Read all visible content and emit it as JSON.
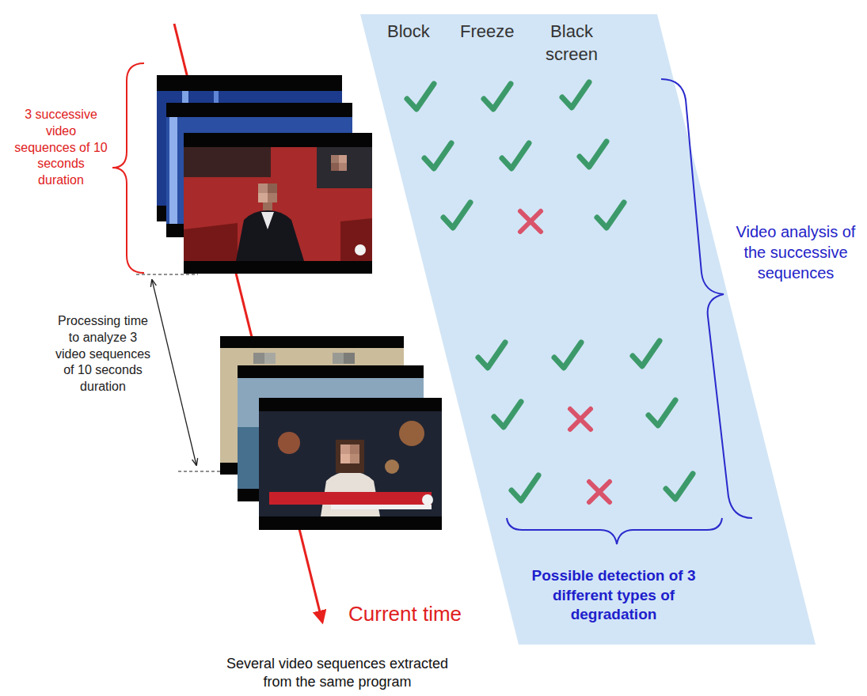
{
  "diagram": {
    "nodes": [
      {
        "text": [
          "Block",
          "Freeze",
          "Black screen",
          "Possible detection of 3 different types of degradation"
        ]
      }
    ],
    "labels": [
      "3 successive video sequences of 10 seconds duration",
      "Processing time to analyze 3 video sequences of 10 seconds duration",
      "Video analysis of the successive sequences",
      "Current time",
      "Several video sequences extracted from the same program"
    ]
  }
}
